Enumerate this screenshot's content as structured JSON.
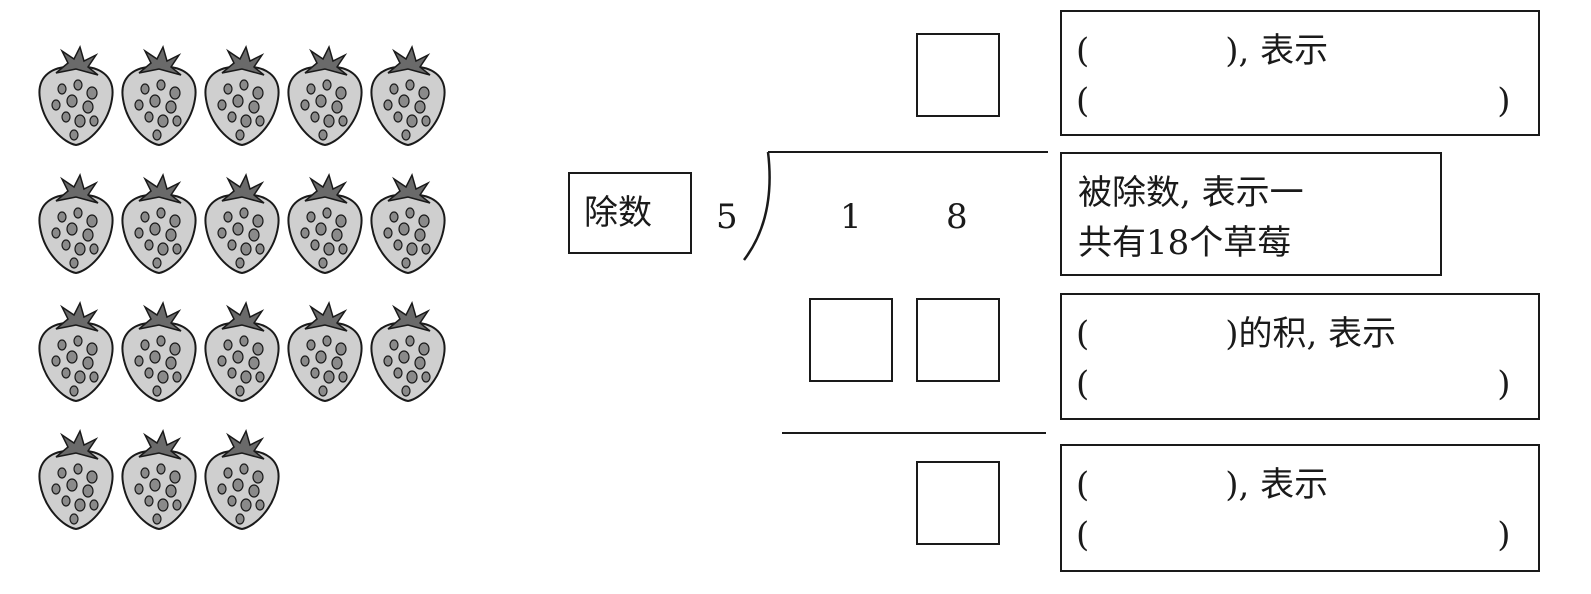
{
  "strawberries": {
    "count": 18,
    "per_row": 5,
    "icon": "strawberry-icon"
  },
  "divisor": {
    "label": "除数",
    "value": "5"
  },
  "dividend": {
    "digits": [
      "1",
      "8"
    ]
  },
  "annotations": {
    "quotient": {
      "line1": "(　　　　), 表示",
      "line2": "(　　　　　　　　　　　　)"
    },
    "dividend_note": {
      "line1": "被除数, 表示一",
      "line2": "共有18个草莓"
    },
    "product": {
      "line1": "(　　　　)的积, 表示",
      "line2": "(　　　　　　　　　　　　)"
    },
    "remainder": {
      "line1": "(　　　　), 表示",
      "line2": "(　　　　　　　　　　　　)"
    }
  }
}
